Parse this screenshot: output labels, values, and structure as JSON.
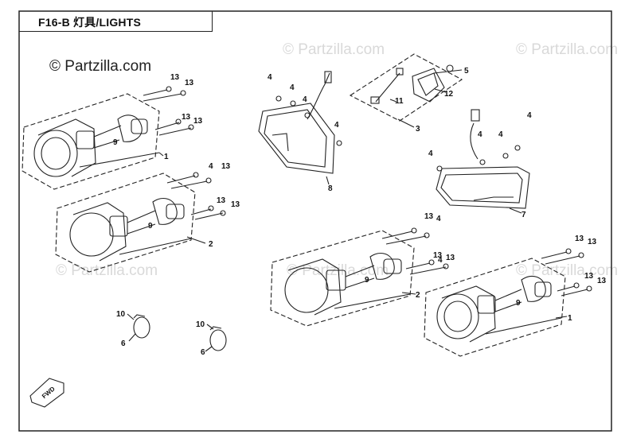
{
  "header": {
    "title": "F16-B  灯具/LIGHTS"
  },
  "watermark": {
    "primary": "© Partzilla.com",
    "faint": "© Partzilla.com"
  },
  "callouts": {
    "c1": "1",
    "c2": "2",
    "c3": "3",
    "c4": "4",
    "c5": "5",
    "c6": "6",
    "c7": "7",
    "c8": "8",
    "c9": "9",
    "c10": "10",
    "c11": "11",
    "c12": "12",
    "c13": "13"
  },
  "fwd_label": "FWD"
}
